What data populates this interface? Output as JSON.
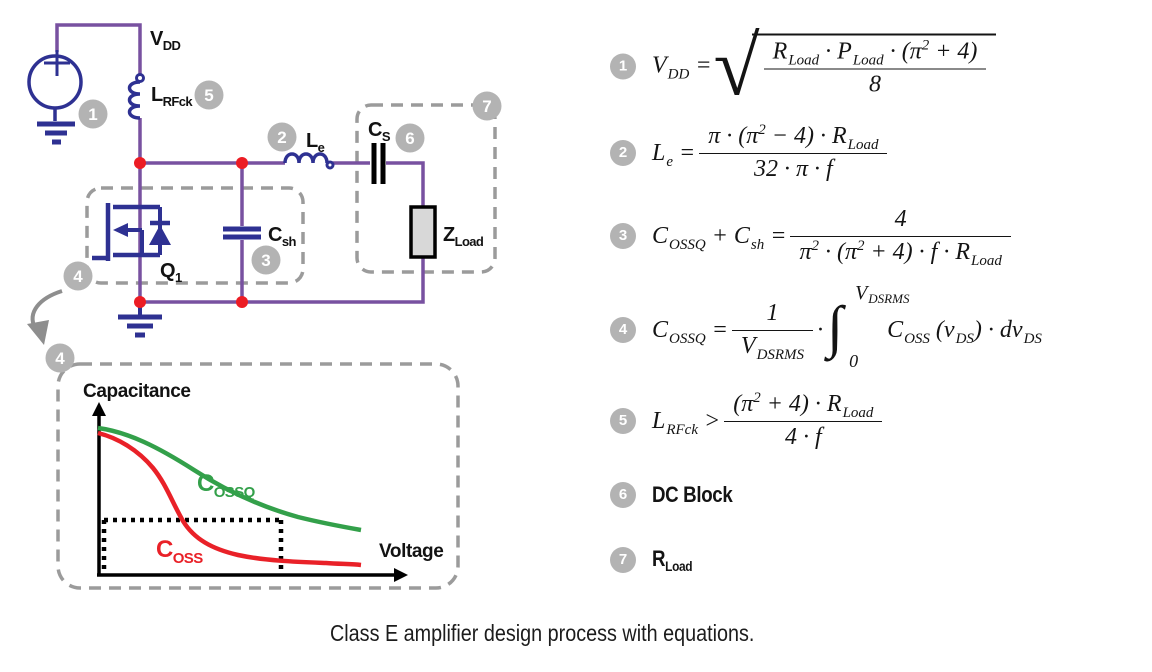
{
  "caption": "Class E amplifier design process with equations.",
  "colors": {
    "wire": "#7851a0",
    "component_blue": "#2e3192",
    "junction_red": "#ec1c24",
    "badge_gray": "#b3b3b3",
    "dash_gray": "#9b9b9b",
    "curve_green": "#33a04a",
    "curve_red": "#e92128",
    "load_fill": "#d8d8d8"
  },
  "circuit": {
    "badges": {
      "b1": "1",
      "b2": "2",
      "b3": "3",
      "b4": "4",
      "b5": "5",
      "b6": "6",
      "b7": "7",
      "graph4": "4"
    },
    "labels": {
      "vdd": {
        "main": "V",
        "sub": "DD"
      },
      "lrfck": {
        "main": "L",
        "sub": "RFck"
      },
      "le": {
        "main": "L",
        "sub": "e"
      },
      "cs": {
        "main": "C",
        "sub": "S"
      },
      "csh": {
        "main": "C",
        "sub": "sh"
      },
      "q1": {
        "main": "Q",
        "sub": "1"
      },
      "zload": {
        "main": "Z",
        "sub": "Load"
      }
    }
  },
  "graph": {
    "ylabel": "Capacitance",
    "xlabel": "Voltage",
    "curves": {
      "cossq": {
        "main": "C",
        "sub": "OSSQ"
      },
      "coss": {
        "main": "C",
        "sub": "OSS"
      }
    }
  },
  "chart_data": {
    "type": "line",
    "title": "",
    "xlabel": "Voltage",
    "ylabel": "Capacitance",
    "axes_numeric": false,
    "legend_position": "on-curve",
    "series": [
      {
        "name": "COSSQ",
        "color": "#33a04a",
        "x_norm": [
          0,
          0.15,
          0.3,
          0.45,
          0.6,
          0.75,
          0.9,
          1.0
        ],
        "y_norm": [
          1.0,
          0.93,
          0.8,
          0.62,
          0.47,
          0.37,
          0.31,
          0.28
        ]
      },
      {
        "name": "COSS",
        "color": "#e92128",
        "x_norm": [
          0,
          0.1,
          0.2,
          0.28,
          0.35,
          0.5,
          0.7,
          1.0
        ],
        "y_norm": [
          0.97,
          0.86,
          0.58,
          0.34,
          0.2,
          0.12,
          0.08,
          0.05
        ]
      }
    ],
    "annotations": [
      "black dotted guide rectangle from the axes up to the COSSQ curve"
    ]
  },
  "equations": [
    {
      "badge": "1",
      "lhs": [
        {
          "t": "V"
        },
        {
          "sub": "DD"
        },
        {
          "t": " = "
        }
      ],
      "frac": {
        "num": [
          {
            "t": "R"
          },
          {
            "sub": "Load"
          },
          {
            "t": " · P"
          },
          {
            "sub": "Load"
          },
          {
            "t": " · (π"
          },
          {
            "sup": "2"
          },
          {
            "t": " + 4)"
          }
        ],
        "den": [
          {
            "t": "8"
          }
        ]
      }
    },
    {
      "badge": "2",
      "lhs": [
        {
          "t": "L"
        },
        {
          "sub": "e"
        },
        {
          "t": " = "
        }
      ],
      "frac": {
        "num": [
          {
            "t": "π · (π"
          },
          {
            "sup": "2"
          },
          {
            "t": " − 4) · R"
          },
          {
            "sub": "Load"
          }
        ],
        "den": [
          {
            "t": "32 · π · f"
          }
        ]
      }
    },
    {
      "badge": "3",
      "lhs": [
        {
          "t": "C"
        },
        {
          "sub": "OSSQ"
        },
        {
          "t": " + C"
        },
        {
          "sub": "sh"
        },
        {
          "t": " = "
        }
      ],
      "frac": {
        "num": [
          {
            "t": "4"
          }
        ],
        "den": [
          {
            "t": "π"
          },
          {
            "sup": "2"
          },
          {
            "t": " · (π"
          },
          {
            "sup": "2"
          },
          {
            "t": " + 4) · f · R"
          },
          {
            "sub": "Load"
          }
        ]
      }
    },
    {
      "badge": "4",
      "lhs": [
        {
          "t": "C"
        },
        {
          "sub": "OSSQ"
        },
        {
          "t": " = "
        }
      ],
      "frac": {
        "num": [
          {
            "t": "1"
          }
        ],
        "den": [
          {
            "t": "V"
          },
          {
            "sub": "DSRMS"
          }
        ]
      },
      "dot": "·",
      "integral": {
        "upper": [
          {
            "t": "V"
          },
          {
            "sub": "DSRMS"
          }
        ],
        "lower": [
          {
            "t": "0"
          }
        ]
      },
      "rhs": [
        {
          "t": "C"
        },
        {
          "sub": "OSS"
        },
        {
          "t": " (v"
        },
        {
          "sub": "DS"
        },
        {
          "t": ") · dv"
        },
        {
          "sub": "DS"
        }
      ]
    },
    {
      "badge": "5",
      "lhs": [
        {
          "t": "L"
        },
        {
          "sub": "RFck"
        },
        {
          "t": " > "
        }
      ],
      "frac": {
        "num": [
          {
            "t": "(π"
          },
          {
            "sup": "2"
          },
          {
            "t": " + 4) · R"
          },
          {
            "sub": "Load"
          }
        ],
        "den": [
          {
            "t": "4 · f"
          }
        ]
      }
    },
    {
      "badge": "6",
      "text": "DC Block"
    },
    {
      "badge": "7",
      "runs": [
        {
          "t": "R"
        },
        {
          "sub": "Load"
        }
      ]
    }
  ]
}
